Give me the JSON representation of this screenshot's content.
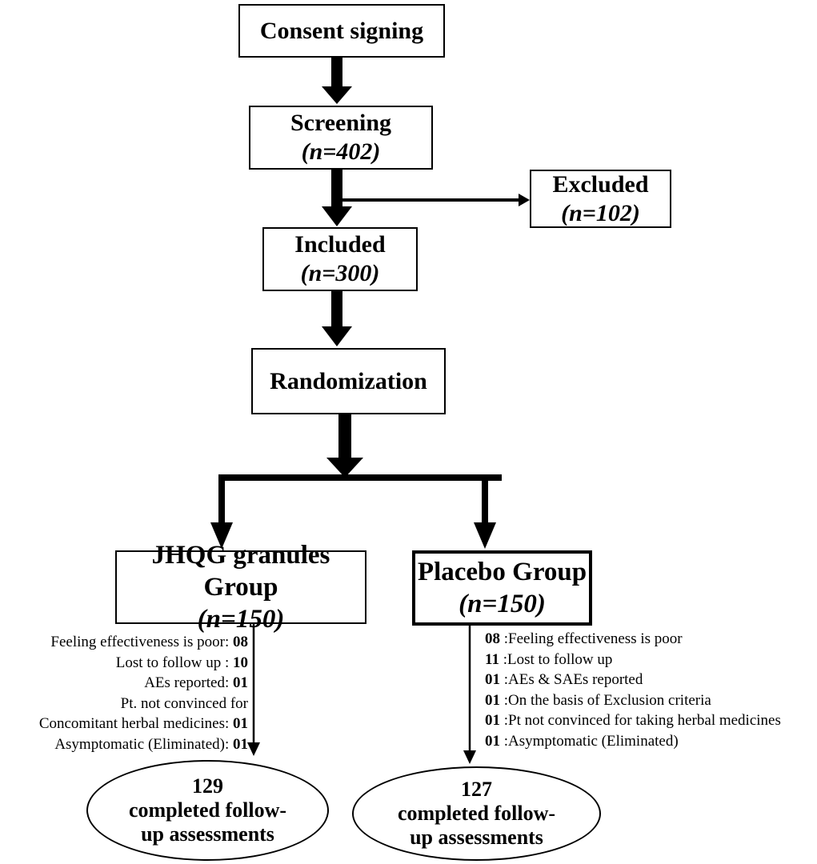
{
  "nodes": {
    "consent": {
      "title": "Consent signing"
    },
    "screening": {
      "title": "Screening",
      "n": "(n=402)"
    },
    "excluded": {
      "title": "Excluded",
      "n": "(n=102)"
    },
    "included": {
      "title": "Included",
      "n": "(n=300)"
    },
    "randomization": {
      "title": "Randomization"
    },
    "jhqg": {
      "title": "JHQG granules Group",
      "n": "(n=150)"
    },
    "placebo": {
      "title": "Placebo Group",
      "n": "(n=150)"
    },
    "jhqg_completed": {
      "count": "129",
      "label": "completed follow-up assessments"
    },
    "placebo_completed": {
      "count": "127",
      "label": "completed follow-up assessments"
    }
  },
  "jhqg_dropouts": [
    {
      "reason": "Feeling effectiveness is poor:",
      "count": "08"
    },
    {
      "reason": "Lost to follow up :",
      "count": "10"
    },
    {
      "reason": "AEs reported:",
      "count": "01"
    },
    {
      "reason": "Pt. not convinced for",
      "count": ""
    },
    {
      "reason": "Concomitant herbal medicines:",
      "count": "01"
    },
    {
      "reason": "Asymptomatic (Eliminated):",
      "count": "01"
    }
  ],
  "placebo_dropouts": [
    {
      "count": "08",
      "reason": ":Feeling effectiveness is poor"
    },
    {
      "count": "11",
      "reason": ":Lost to follow up"
    },
    {
      "count": "01",
      "reason": ":AEs & SAEs reported"
    },
    {
      "count": "01",
      "reason": ":On the basis of Exclusion criteria"
    },
    {
      "count": "01",
      "reason": ":Pt not convinced for taking herbal medicines"
    },
    {
      "count": "01",
      "reason": ":Asymptomatic (Eliminated)"
    }
  ]
}
